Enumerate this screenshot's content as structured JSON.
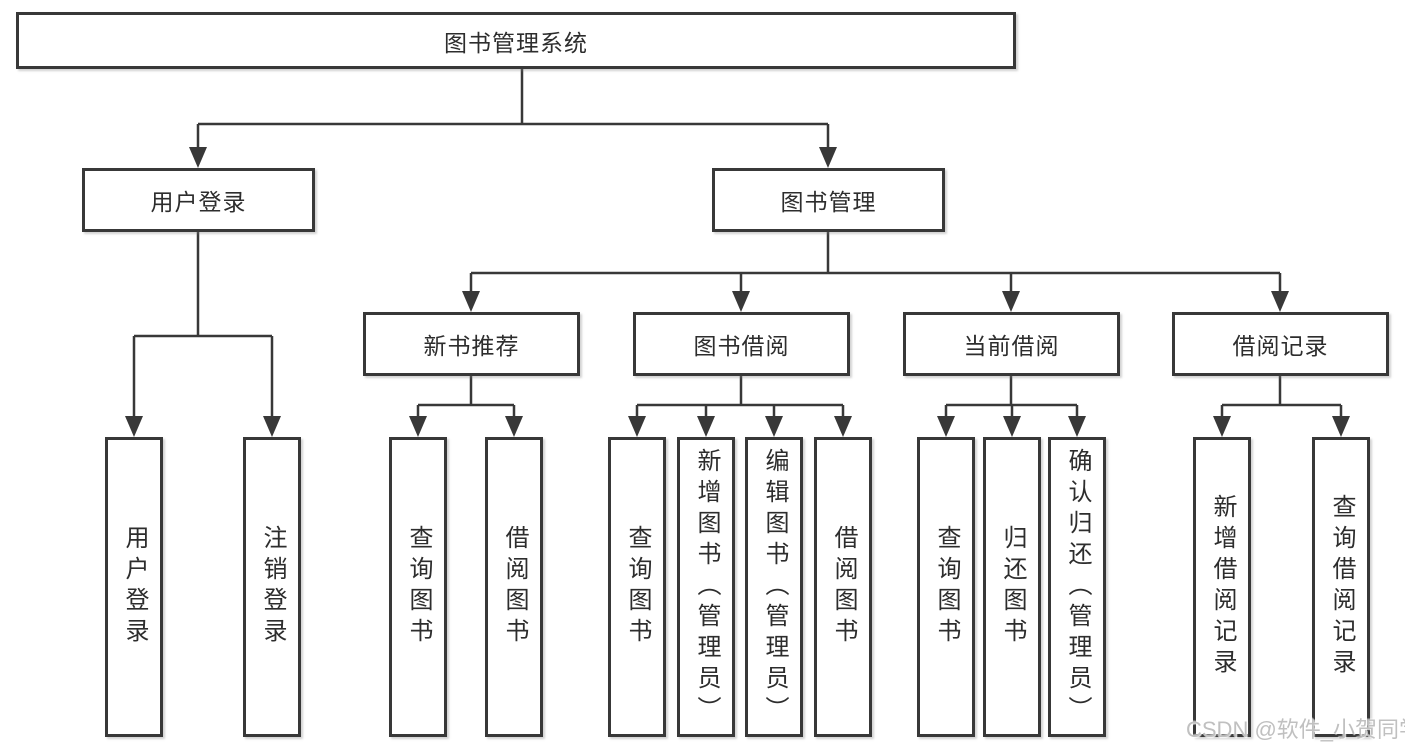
{
  "watermark": {
    "text": "CSDN @软件_小贺同学"
  },
  "colors": {
    "line": "#383838",
    "box_border": "#383838",
    "text": "#2d2d2d",
    "background": "#ffffff",
    "watermark": "#c0c0c0"
  },
  "tree": {
    "label": "图书管理系统",
    "children": [
      {
        "label": "用户登录",
        "children": [
          {
            "label": "用户登录"
          },
          {
            "label": "注销登录"
          }
        ]
      },
      {
        "label": "图书管理",
        "children": [
          {
            "label": "新书推荐",
            "children": [
              {
                "label": "查询图书"
              },
              {
                "label": "借阅图书"
              }
            ]
          },
          {
            "label": "图书借阅",
            "children": [
              {
                "label": "查询图书"
              },
              {
                "label": "新增图书（管理员）"
              },
              {
                "label": "编辑图书（管理员）"
              },
              {
                "label": "借阅图书"
              }
            ]
          },
          {
            "label": "当前借阅",
            "children": [
              {
                "label": "查询图书"
              },
              {
                "label": "归还图书"
              },
              {
                "label": "确认归还（管理员）"
              }
            ]
          },
          {
            "label": "借阅记录",
            "children": [
              {
                "label": "新增借阅记录"
              },
              {
                "label": "查询借阅记录"
              }
            ]
          }
        ]
      }
    ]
  }
}
